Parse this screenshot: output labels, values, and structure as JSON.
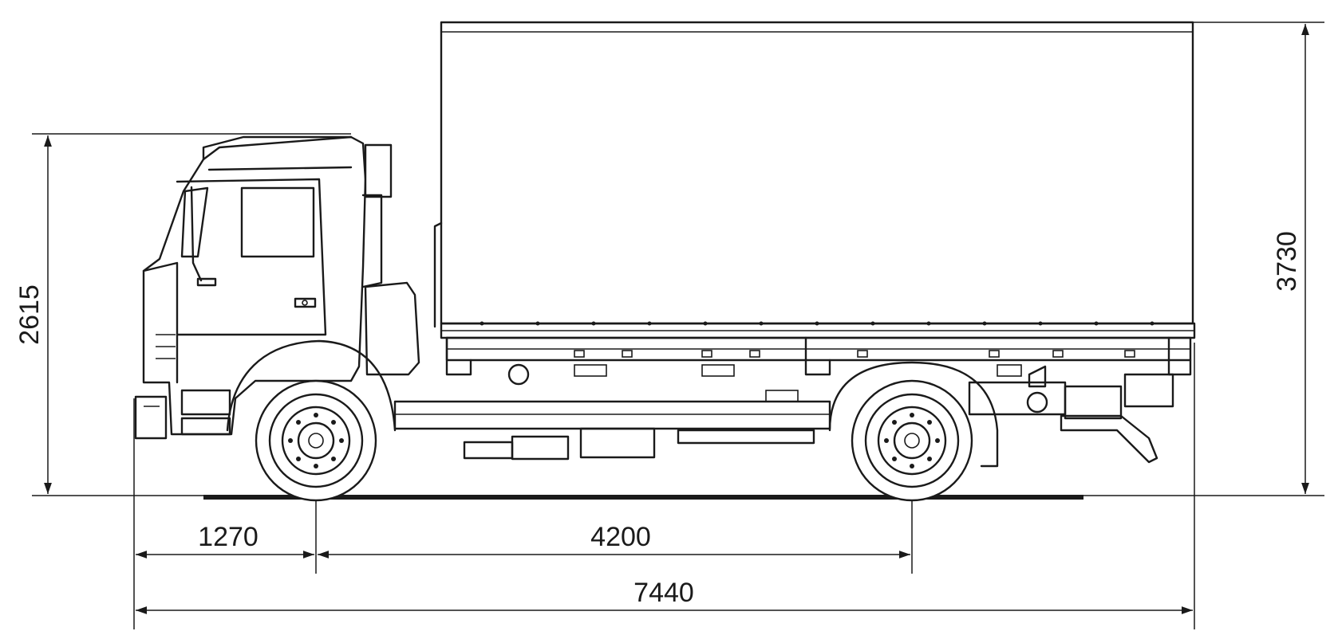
{
  "dimensions": {
    "front_overhang": "1270",
    "wheelbase": "4200",
    "overall_length": "7440",
    "cab_height": "2615",
    "overall_height": "3730"
  }
}
